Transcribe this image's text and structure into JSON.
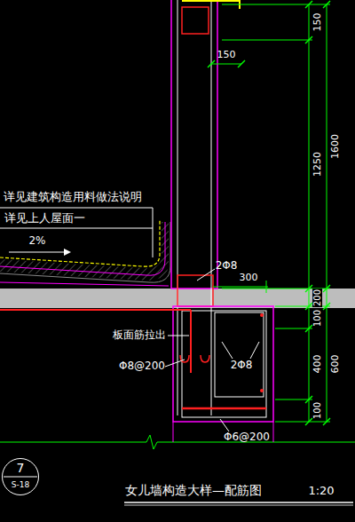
{
  "diagram": {
    "title": "女儿墙构造大样—配筋图",
    "nodes": [
      {
        "text": [
          "7",
          "S-18"
        ]
      }
    ],
    "labels": [
      "详见建筑构造用料做法说明",
      "详见上人屋面一",
      "2%",
      "150",
      "150",
      "1250",
      "1600",
      "200",
      "100",
      "400",
      "600",
      "100",
      "2Φ8",
      "300",
      "板面筋拉出",
      "Φ8@200",
      "2Φ8",
      "Φ6@200",
      "1:20"
    ]
  }
}
